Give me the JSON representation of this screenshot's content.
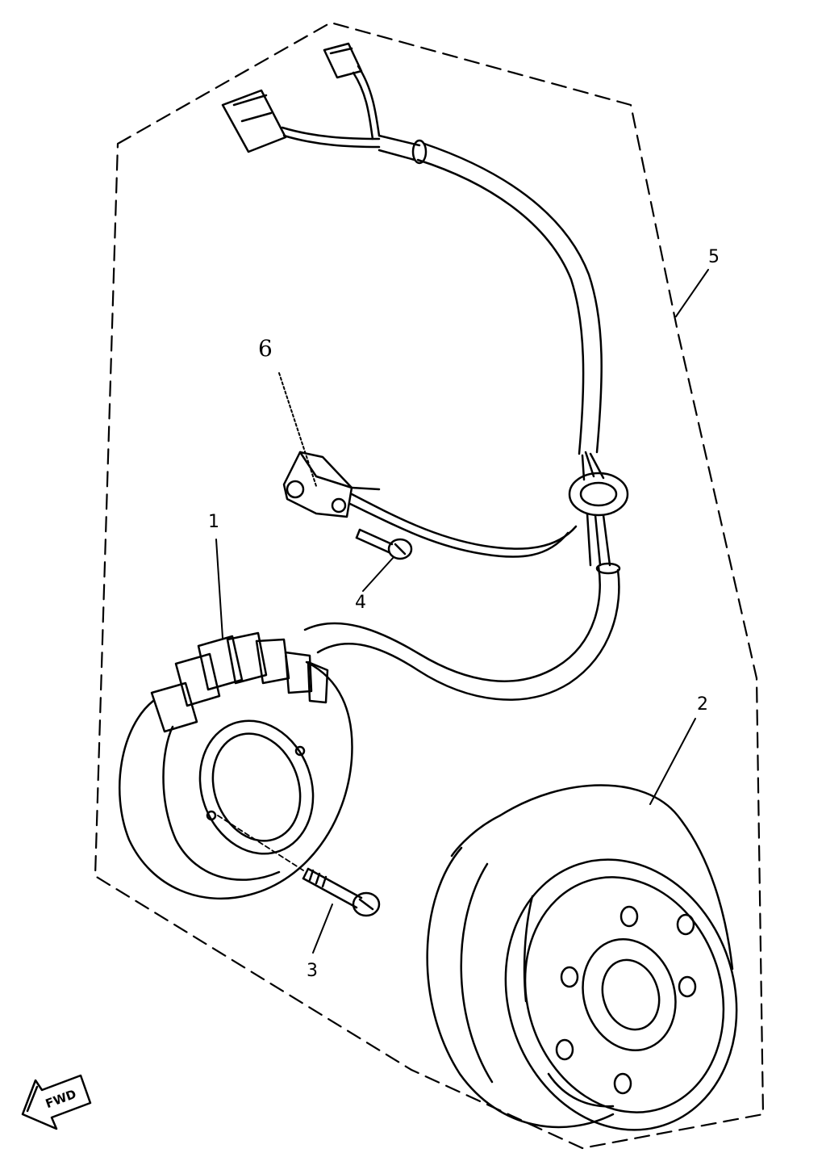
{
  "callouts": {
    "part1": "1",
    "part2": "2",
    "part3": "3",
    "part4": "4",
    "part5": "5",
    "part6": "6"
  },
  "direction": {
    "label": "FWD"
  },
  "colors": {
    "line": "#000000",
    "background": "#ffffff"
  }
}
